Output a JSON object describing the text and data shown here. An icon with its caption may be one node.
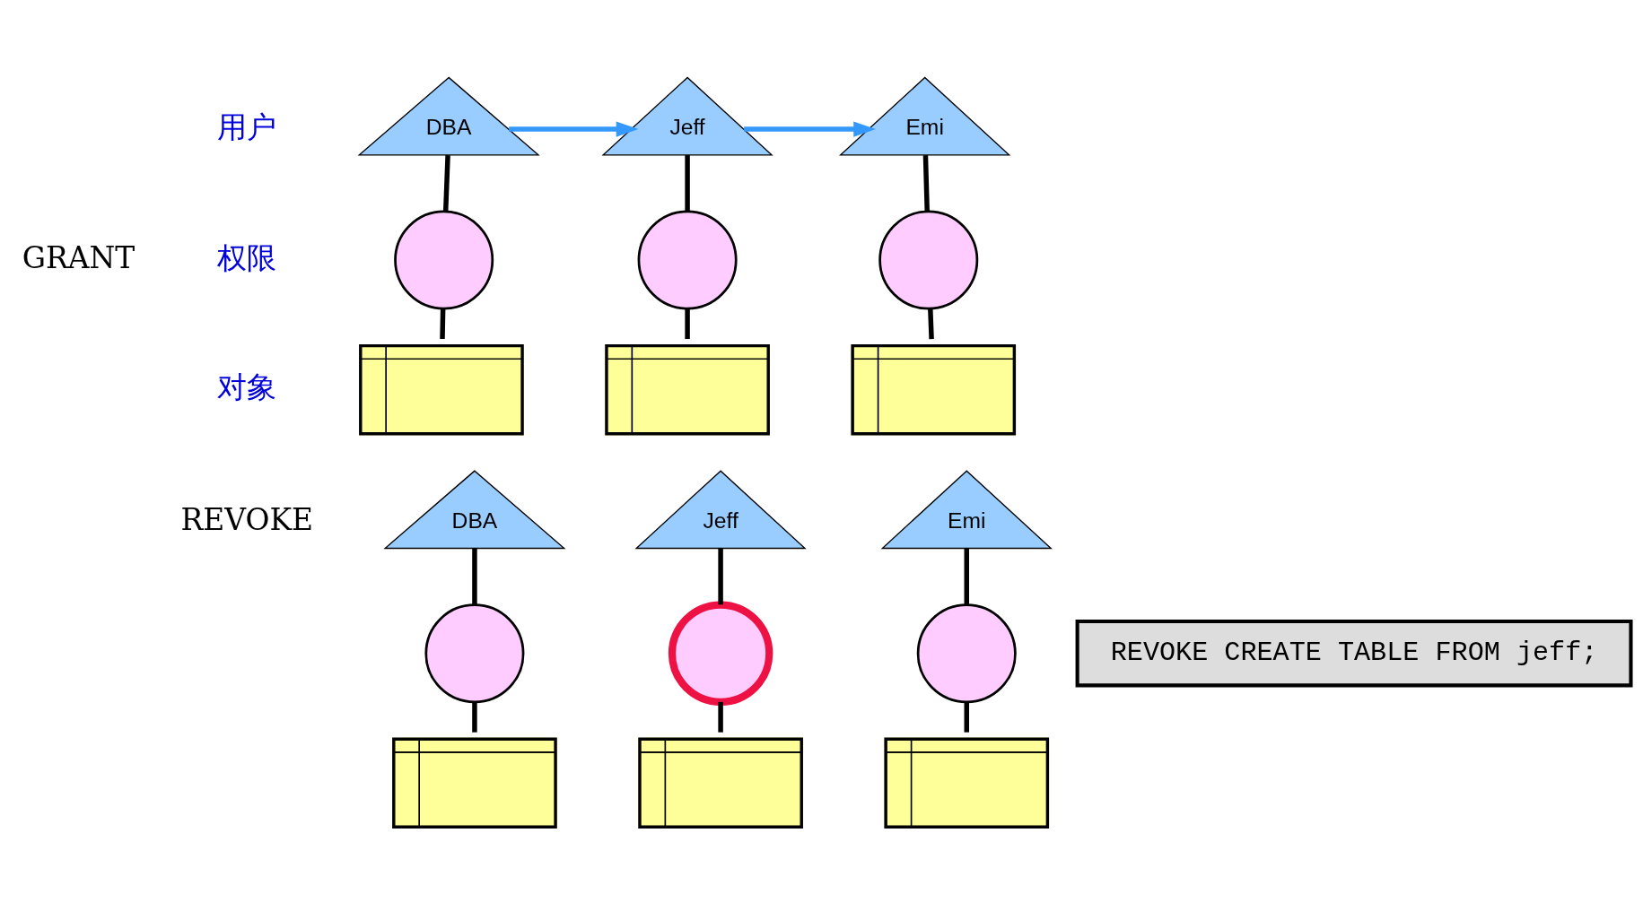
{
  "diagram": {
    "nodes": [
      {
        "text": [
          "DBA"
        ]
      },
      {
        "text": [
          "Jeff"
        ]
      },
      {
        "text": [
          "Emi"
        ]
      },
      {
        "text": [],
        "shape": "circle"
      },
      {
        "text": [],
        "shape": "circle"
      },
      {
        "text": [],
        "shape": "circle"
      },
      {
        "text": [],
        "shape": "box"
      },
      {
        "text": [],
        "shape": "box"
      },
      {
        "text": [],
        "shape": "box"
      },
      {
        "text": [
          "DBA"
        ]
      },
      {
        "text": [
          "Jeff"
        ]
      },
      {
        "text": [
          "Emi"
        ]
      },
      {
        "text": [
          "REVOKE CREATE TABLE FROM jeff;"
        ]
      },
      {
        "text": [],
        "shape": "circle"
      },
      {
        "text": [],
        "shape": "circle"
      },
      {
        "text": [],
        "shape": "circle"
      },
      {
        "text": [],
        "shape": "box"
      },
      {
        "text": [],
        "shape": "box"
      },
      {
        "text": [],
        "shape": "box"
      }
    ],
    "edges": [
      {
        "from": 0,
        "to": 1,
        "arrow": "to",
        "color": "#3399ff"
      },
      {
        "from": 1,
        "to": 2,
        "arrow": "to",
        "color": "#3399ff"
      },
      {
        "from": 0,
        "to": 3,
        "arrow": "none"
      },
      {
        "from": 3,
        "to": 6,
        "arrow": "none"
      },
      {
        "from": 1,
        "to": 4,
        "arrow": "none"
      },
      {
        "from": 4,
        "to": 7,
        "arrow": "none"
      },
      {
        "from": 2,
        "to": 5,
        "arrow": "none"
      },
      {
        "from": 5,
        "to": 8,
        "arrow": "none"
      },
      {
        "from": 9,
        "to": 13,
        "arrow": "none"
      },
      {
        "from": 13,
        "to": 16,
        "arrow": "none"
      },
      {
        "from": 10,
        "to": 14,
        "arrow": "none"
      },
      {
        "from": 14,
        "to": 17,
        "arrow": "none"
      },
      {
        "from": 11,
        "to": 15,
        "arrow": "none"
      },
      {
        "from": 15,
        "to": 18,
        "arrow": "none"
      }
    ],
    "labels": [
      "用户",
      "GRANT",
      "权限",
      "对象",
      "REVOKE"
    ]
  }
}
